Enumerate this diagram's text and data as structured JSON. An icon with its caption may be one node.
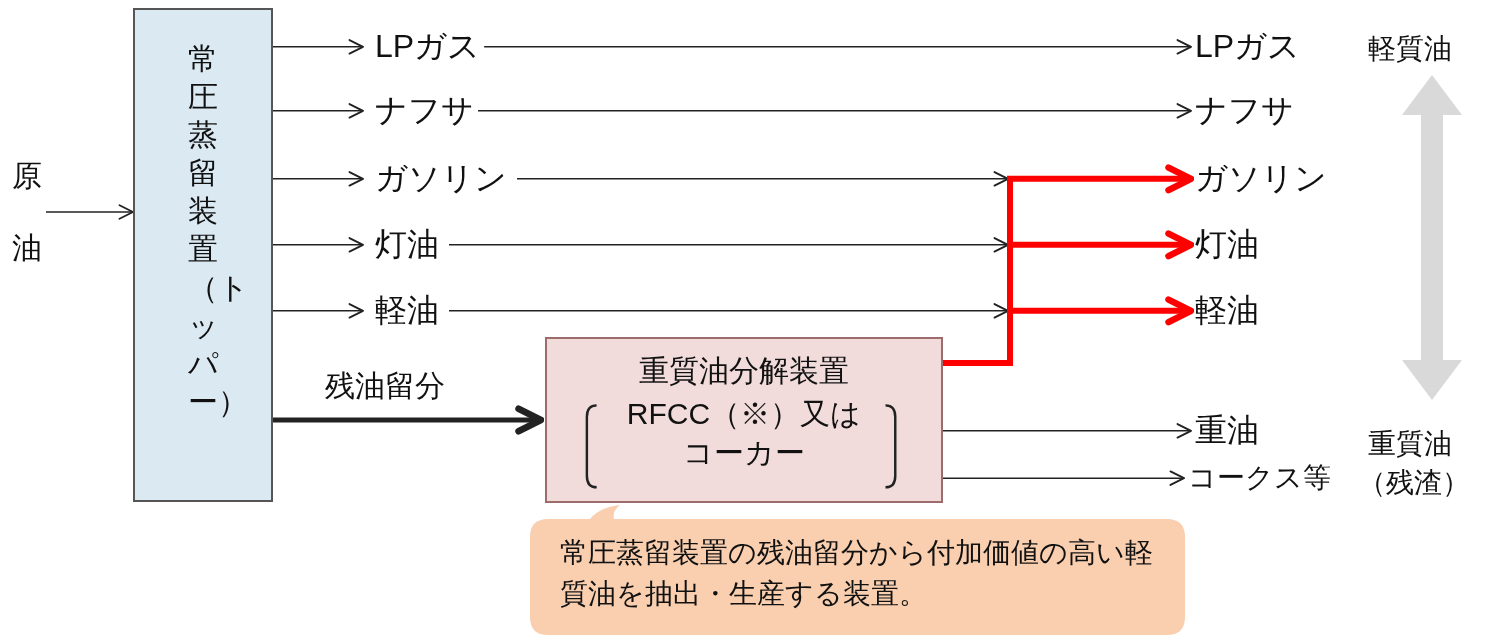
{
  "diagram": {
    "nodes": [
      {
        "text": [
          "原油"
        ]
      },
      {
        "text": [
          "常圧蒸留装置（トッパー）"
        ]
      },
      {
        "text": [
          "LPガス"
        ]
      },
      {
        "text": [
          "ナフサ"
        ]
      },
      {
        "text": [
          "ガソリン"
        ]
      },
      {
        "text": [
          "灯油"
        ]
      },
      {
        "text": [
          "軽油"
        ]
      },
      {
        "text": [
          "重質油分解装置",
          "RFCC（※）又はコーカー"
        ]
      },
      {
        "text": [
          "常圧蒸留装置の残油留分から付加価値の高い軽質油を抽出・生産する装置。"
        ]
      },
      {
        "text": [
          "LPガス"
        ]
      },
      {
        "text": [
          "ナフサ"
        ]
      },
      {
        "text": [
          "ガソリン"
        ]
      },
      {
        "text": [
          "灯油"
        ]
      },
      {
        "text": [
          "軽油"
        ]
      },
      {
        "text": [
          "重油"
        ]
      },
      {
        "text": [
          "コークス等"
        ]
      }
    ],
    "edges": [
      {
        "from": 0,
        "to": 1,
        "arrow": "to"
      },
      {
        "from": 1,
        "to": 2,
        "arrow": "to"
      },
      {
        "from": 1,
        "to": 3,
        "arrow": "to"
      },
      {
        "from": 1,
        "to": 4,
        "arrow": "to"
      },
      {
        "from": 1,
        "to": 5,
        "arrow": "to"
      },
      {
        "from": 1,
        "to": 6,
        "arrow": "to"
      },
      {
        "from": 1,
        "to": 7,
        "arrow": "to",
        "label": "残油留分",
        "style": "thick"
      },
      {
        "from": 2,
        "to": 9,
        "arrow": "to"
      },
      {
        "from": 3,
        "to": 10,
        "arrow": "to"
      },
      {
        "from": 4,
        "to": 11,
        "arrow": "to"
      },
      {
        "from": 5,
        "to": 12,
        "arrow": "to"
      },
      {
        "from": 6,
        "to": 13,
        "arrow": "to"
      },
      {
        "from": 7,
        "to": 11,
        "arrow": "to",
        "style": "thick",
        "color": "#ff0000"
      },
      {
        "from": 7,
        "to": 12,
        "arrow": "to",
        "style": "thick",
        "color": "#ff0000"
      },
      {
        "from": 7,
        "to": 13,
        "arrow": "to",
        "style": "thick",
        "color": "#ff0000"
      },
      {
        "from": 7,
        "to": 14,
        "arrow": "to"
      },
      {
        "from": 7,
        "to": 15,
        "arrow": "to"
      }
    ],
    "labels": [
      "軽質油",
      "重質油",
      "（残渣）"
    ]
  }
}
